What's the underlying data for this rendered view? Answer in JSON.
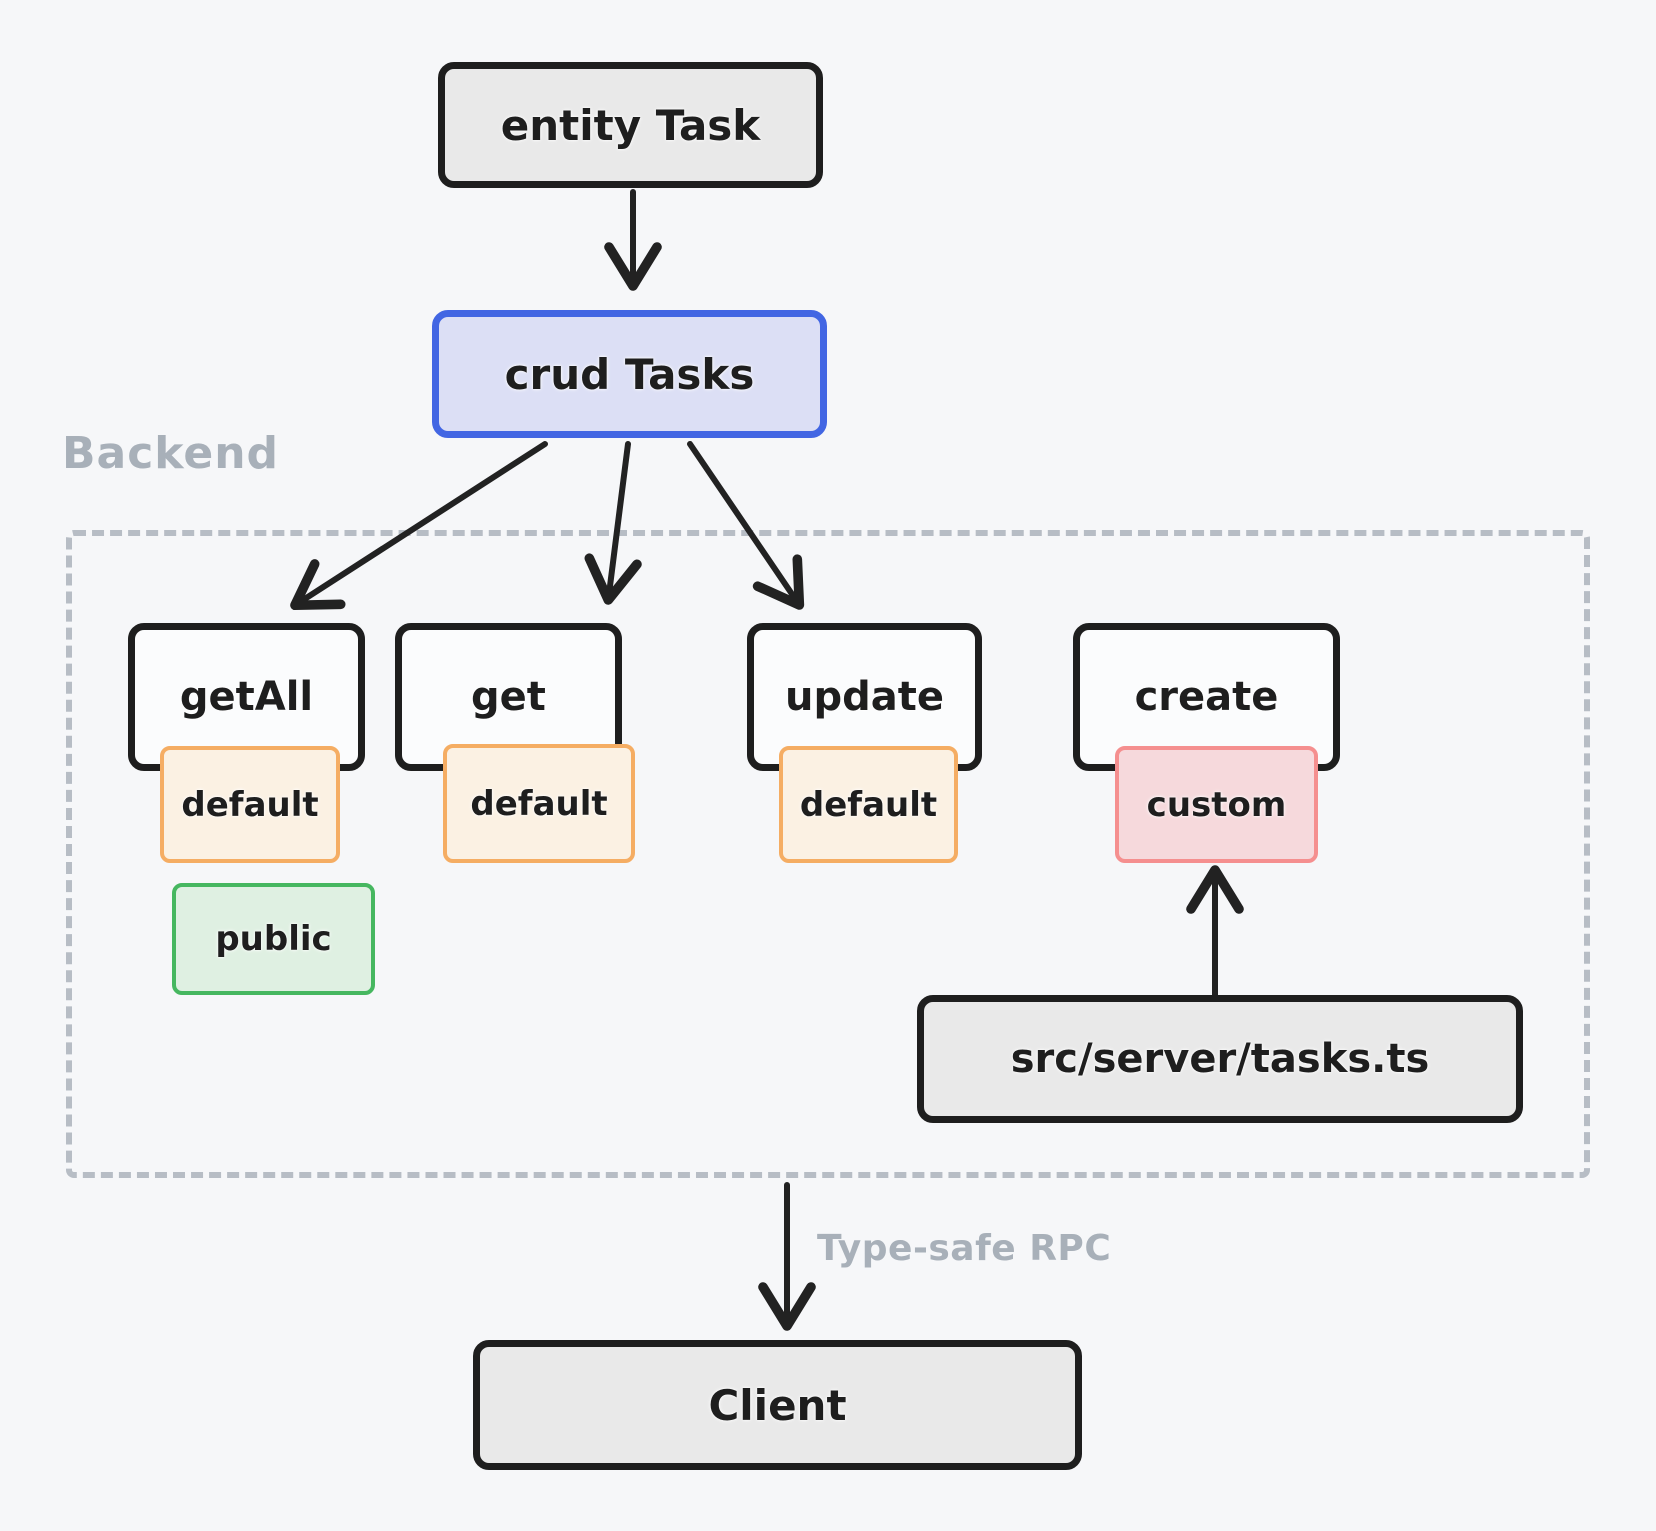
{
  "nodes": {
    "entity_task": {
      "label": "entity Task"
    },
    "crud_tasks": {
      "label": "crud Tasks"
    },
    "get_all": {
      "label": "getAll"
    },
    "get": {
      "label": "get"
    },
    "update": {
      "label": "update"
    },
    "create": {
      "label": "create"
    },
    "badge_get_all": {
      "label": "default"
    },
    "badge_get": {
      "label": "default"
    },
    "badge_update": {
      "label": "default"
    },
    "badge_create": {
      "label": "custom"
    },
    "badge_public": {
      "label": "public"
    },
    "src_file": {
      "label": "src/server/tasks.ts"
    },
    "client": {
      "label": "Client"
    }
  },
  "labels": {
    "backend_group": "Backend",
    "rpc_edge": "Type-safe RPC"
  },
  "edges": [
    {
      "from": "entity_task",
      "to": "crud_tasks"
    },
    {
      "from": "crud_tasks",
      "to": "get_all"
    },
    {
      "from": "crud_tasks",
      "to": "get"
    },
    {
      "from": "crud_tasks",
      "to": "update"
    },
    {
      "from": "src_file",
      "to": "badge_create"
    },
    {
      "from": "backend_group",
      "to": "client",
      "label": "Type-safe RPC"
    }
  ],
  "colors": {
    "bg": "#f6f7f9",
    "ink": "#1e1e1e",
    "gray_fill": "#e9e9e9",
    "white_fill": "#fbfcfd",
    "blue_border": "#4266e3",
    "blue_fill": "#dcdff5",
    "orange_border": "#f5ad63",
    "orange_fill": "#fbf1e3",
    "red_border": "#f58f8f",
    "red_fill": "#f6d9dc",
    "green_border": "#46b760",
    "green_fill": "#dff0e2",
    "muted": "#a8b0b9",
    "dashed": "#b7bdc5"
  }
}
